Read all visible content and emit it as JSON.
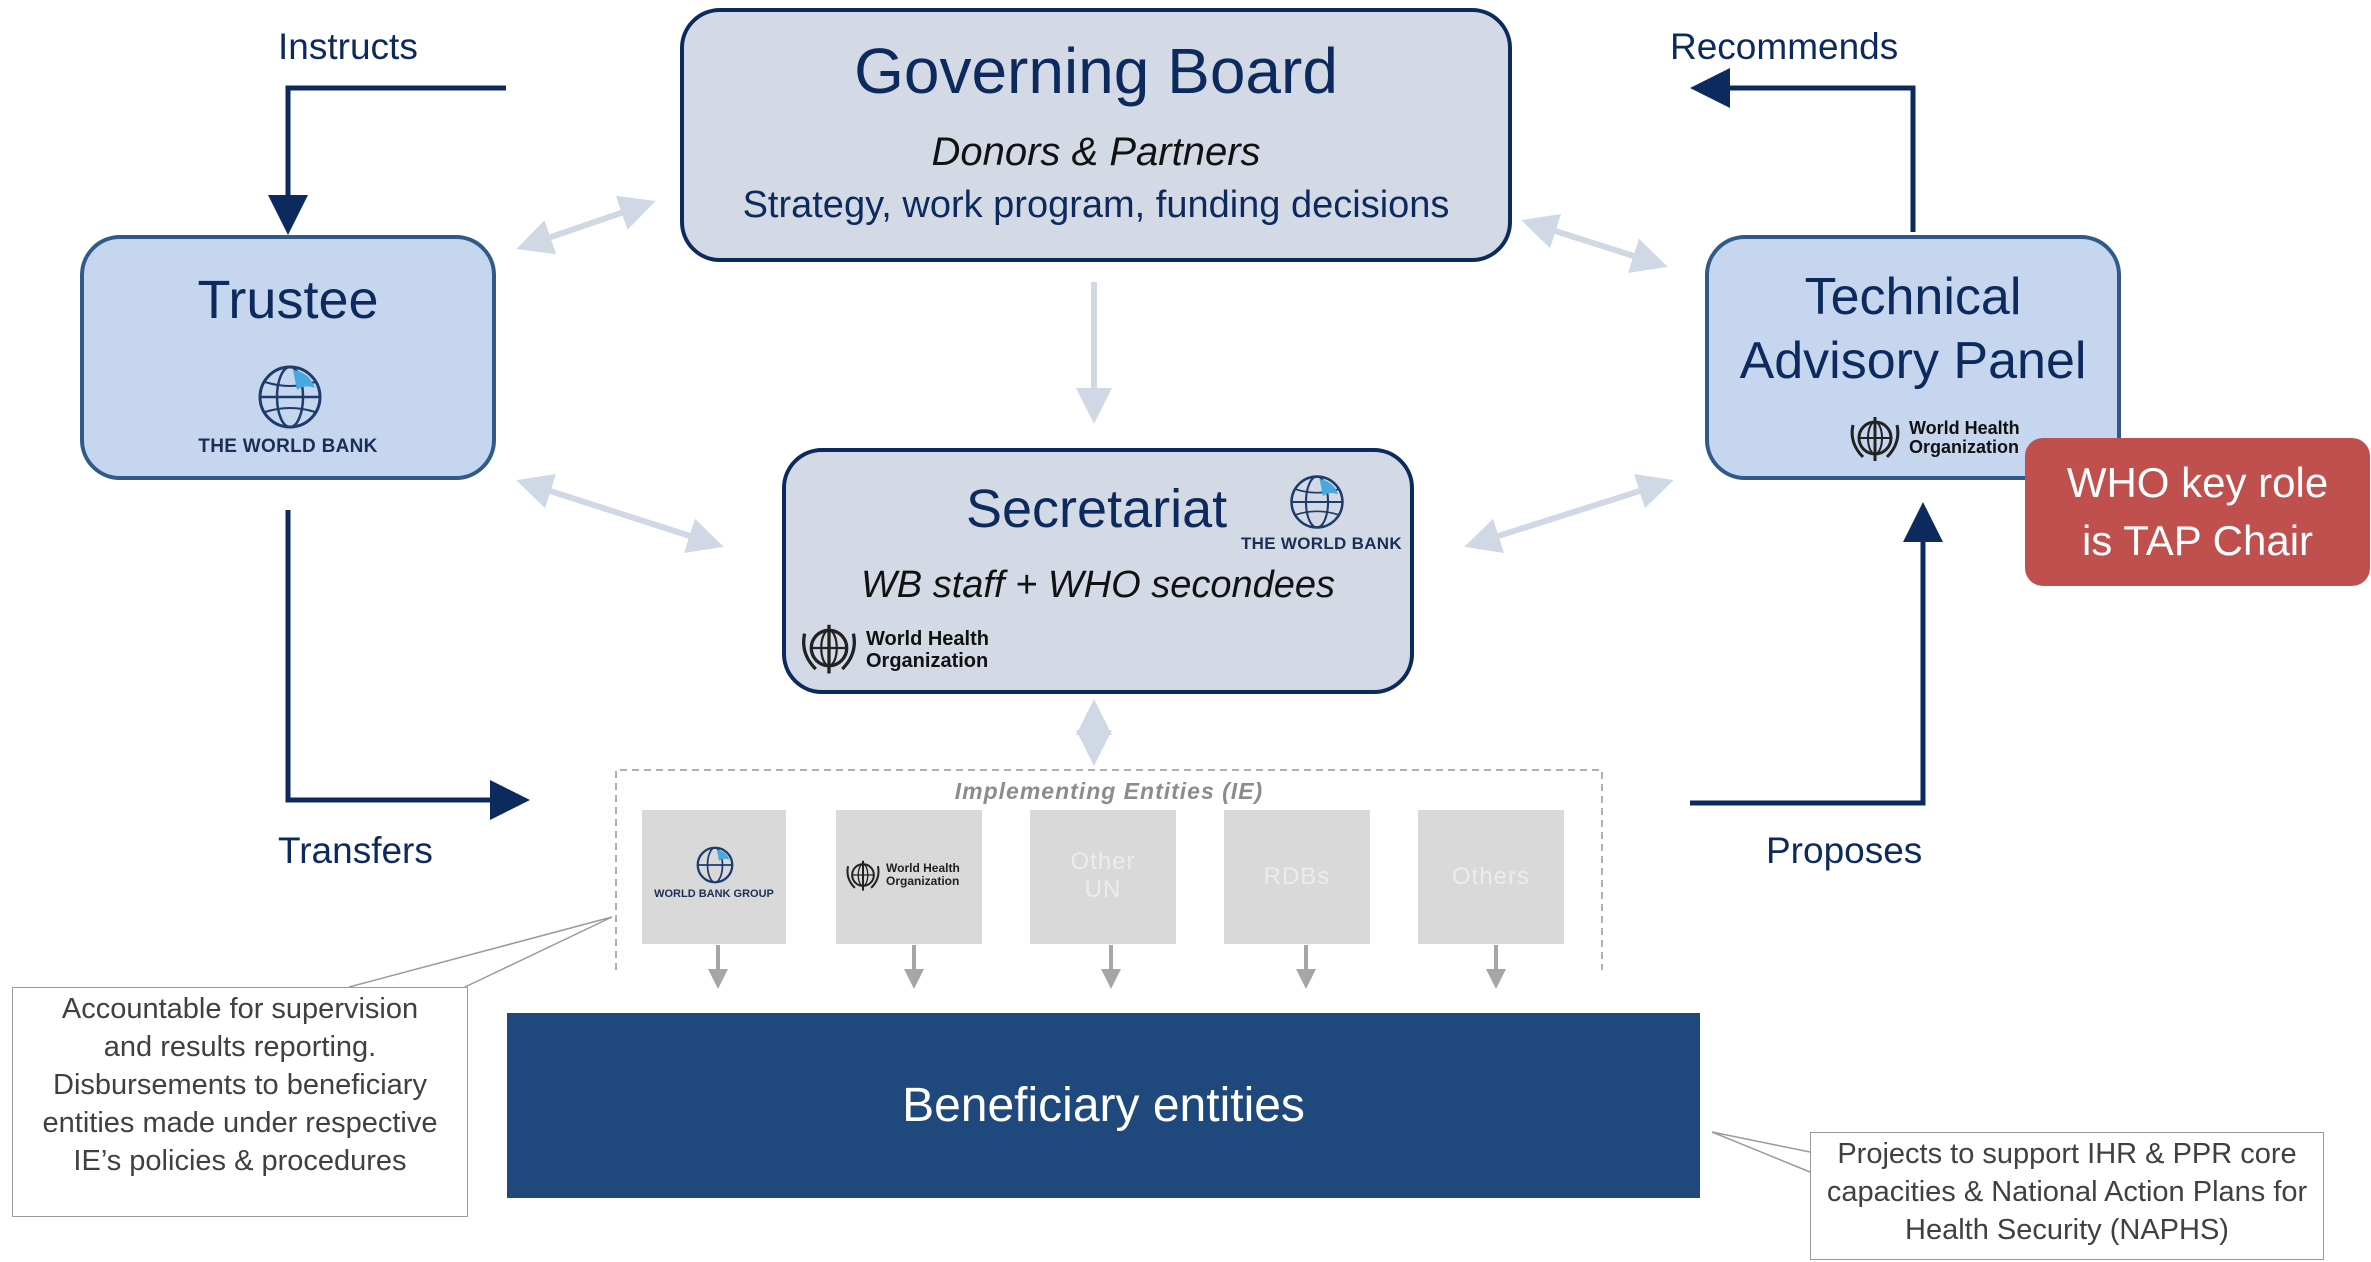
{
  "governing_board": {
    "title": "Governing Board",
    "subtitle": "Donors & Partners",
    "description": "Strategy, work program, funding decisions"
  },
  "trustee": {
    "title": "Trustee",
    "logo_text": "THE WORLD BANK"
  },
  "technical_advisory_panel": {
    "title_line1": "Technical",
    "title_line2": "Advisory Panel",
    "logo_text_line1": "World Health",
    "logo_text_line2": "Organization"
  },
  "tap_callout": {
    "line1": "WHO key role",
    "line2": "is TAP Chair",
    "color": "#c0504d"
  },
  "secretariat": {
    "title": "Secretariat",
    "wb_logo_text": "THE WORLD BANK",
    "subtitle": "WB staff + WHO secondees",
    "who_logo_line1": "World Health",
    "who_logo_line2": "Organization"
  },
  "flow_labels": {
    "instructs": "Instructs",
    "recommends": "Recommends",
    "transfers": "Transfers",
    "proposes": "Proposes"
  },
  "implementing_entities": {
    "title": "Implementing Entities (IE)",
    "tiles": [
      {
        "text": "WORLD BANK GROUP",
        "kind": "wb-logo"
      },
      {
        "text_line1": "World Health",
        "text_line2": "Organization",
        "kind": "who-logo"
      },
      {
        "text_line1": "Other",
        "text_line2": "UN",
        "kind": "text"
      },
      {
        "text_line1": "RDBs",
        "kind": "text"
      },
      {
        "text_line1": "Others",
        "kind": "text"
      }
    ]
  },
  "beneficiary": {
    "label": "Beneficiary entities",
    "color": "#1f497d"
  },
  "notes": {
    "left": {
      "line1": "Accountable for supervision",
      "line2": "and results reporting.",
      "line3": "Disbursements to beneficiary",
      "line4": "entities made under respective",
      "line5": "IE’s policies & procedures"
    },
    "right": {
      "line1": "Projects to support IHR & PPR core",
      "line2": "capacities & National Action Plans for",
      "line3": "Health Security (NAPHS)"
    }
  },
  "colors": {
    "navy": "#0d2a5e",
    "light_arrow": "#d0d8e6",
    "gray_arrow": "#a6a6a6"
  }
}
